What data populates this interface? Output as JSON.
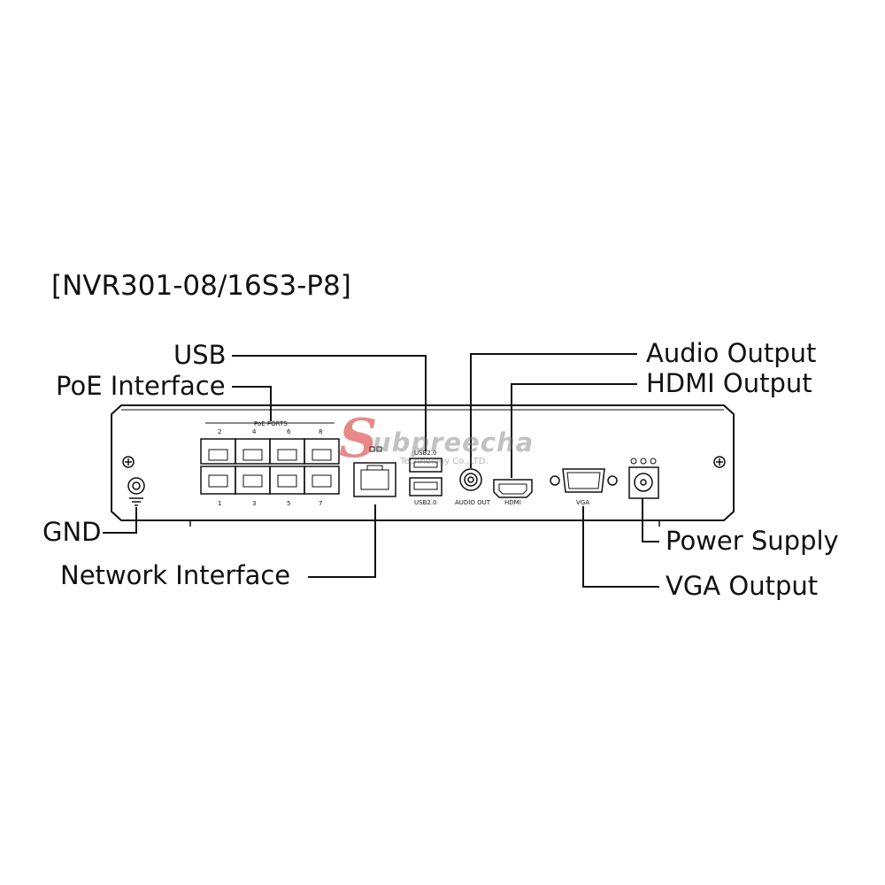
{
  "title": "[NVR301-08/16S3-P8]",
  "callouts": {
    "usb": "USB",
    "poe_interface": "PoE Interface",
    "gnd": "GND",
    "network_interface": "Network Interface",
    "audio_output": "Audio Output",
    "hdmi_output": "HDMI Output",
    "power_supply": "Power Supply",
    "vga_output": "VGA Output"
  },
  "panel_labels": {
    "poe_ports": "PoE PORTS",
    "port_numbers_top": [
      "2",
      "4",
      "6",
      "8"
    ],
    "port_numbers_bottom": [
      "1",
      "3",
      "5",
      "7"
    ],
    "usb_top": "USB2.0",
    "usb_bottom": "USB2.0",
    "audio_out": "AUDIO OUT",
    "hdmi": "HDMI",
    "vga": "VGA"
  },
  "watermark": {
    "initial": "S",
    "name": "ubpreecha",
    "sub": "Technology Co.,LTD."
  }
}
